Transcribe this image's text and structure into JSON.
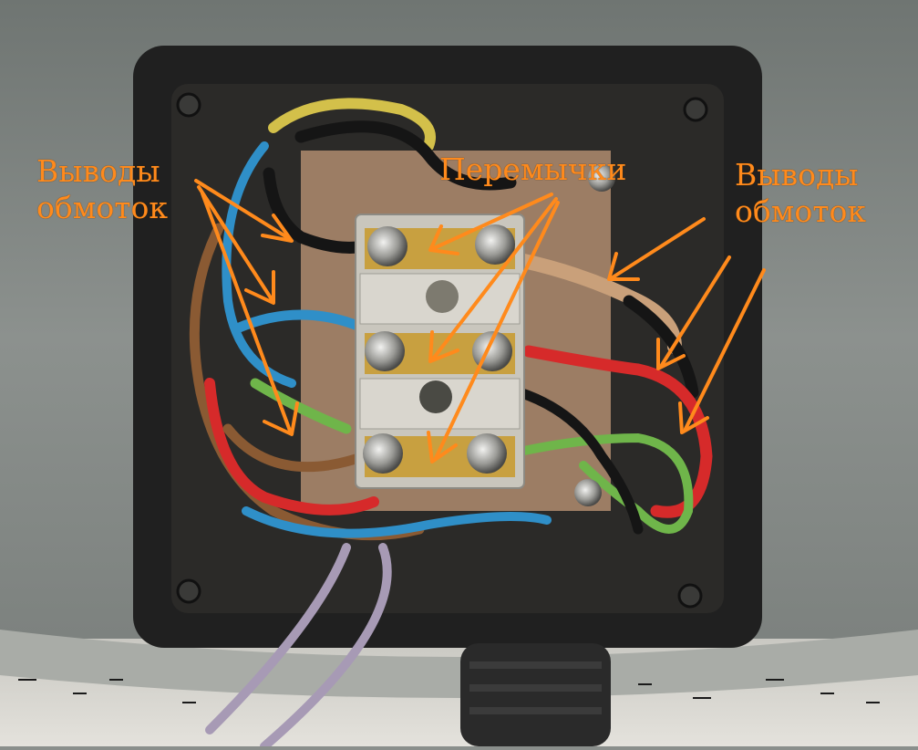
{
  "labels": {
    "left_line1": "Выводы",
    "left_line2": "обмоток",
    "center": "Перемычки",
    "right_line1": "Выводы",
    "right_line2": "обмоток"
  },
  "colors": {
    "annotation": "#ff8a1c",
    "housing": "#8a8f8c",
    "box": "#1e1e1e",
    "terminal_block": "#c9c6bd",
    "wire_red": "#d62a2a",
    "wire_blue": "#2f8fc8",
    "wire_brown": "#8a5a33",
    "wire_green": "#6fb54a",
    "wire_black": "#151515",
    "wire_yellow": "#d3c04a",
    "wire_lilac": "#a79ab5"
  },
  "icons": [
    "terminal-screw-icon",
    "annotation-arrow-icon"
  ]
}
